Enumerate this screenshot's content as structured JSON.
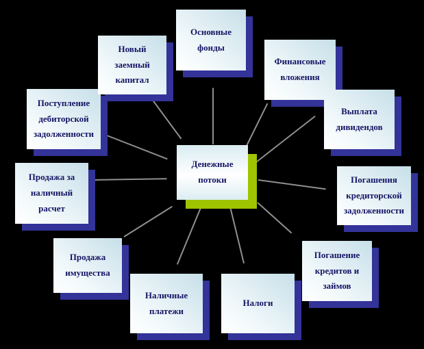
{
  "diagram": {
    "center": {
      "id": "denezhnye-potoki",
      "label": "Денежные\nпотоки"
    },
    "nodes": [
      {
        "id": "osnovnye-fondy",
        "label": "Основные\nфонды"
      },
      {
        "id": "finansovye-vlozheniya",
        "label": "Финансовые\nвложения"
      },
      {
        "id": "vyplata-dividendov",
        "label": "Выплата\nдивидендов"
      },
      {
        "id": "pogasheniya-kreditorskoy-zadolzhennosti",
        "label": "Погашения\nкредиторской\nзадолженности"
      },
      {
        "id": "pogashenie-kreditov-i-zaymov",
        "label": "Погашение\nкредитов и\nзаймов"
      },
      {
        "id": "nalogi",
        "label": "Налоги"
      },
      {
        "id": "nalichnye-platezhi",
        "label": "Наличные\nплатежи"
      },
      {
        "id": "prodazha-imushchestva",
        "label": "Продажа\nимущества"
      },
      {
        "id": "prodazha-za-nalichnyy-raschet",
        "label": "Продажа за\nналичный\nрасчет"
      },
      {
        "id": "postuplenie-debitorskoy-zadolzhennosti",
        "label": "Поступление\nдебиторской\nзадолженности"
      },
      {
        "id": "novyy-zaemnyy-kapital",
        "label": "Новый\nзаемный\nкапитал"
      }
    ],
    "arrows": [
      {
        "from": "novyy-zaemnyy-kapital",
        "to": "denezhnye-potoki",
        "direction": "inflow"
      },
      {
        "from": "postuplenie-debitorskoy-zadolzhennosti",
        "to": "denezhnye-potoki",
        "direction": "inflow"
      },
      {
        "from": "prodazha-za-nalichnyy-raschet",
        "to": "denezhnye-potoki",
        "direction": "inflow"
      },
      {
        "from": "prodazha-imushchestva",
        "to": "denezhnye-potoki",
        "direction": "inflow"
      },
      {
        "from": "denezhnye-potoki",
        "to": "osnovnye-fondy",
        "direction": "outflow"
      },
      {
        "from": "denezhnye-potoki",
        "to": "finansovye-vlozheniya",
        "direction": "outflow"
      },
      {
        "from": "denezhnye-potoki",
        "to": "vyplata-dividendov",
        "direction": "outflow"
      },
      {
        "from": "denezhnye-potoki",
        "to": "pogasheniya-kreditorskoy-zadolzhennosti",
        "direction": "outflow"
      },
      {
        "from": "denezhnye-potoki",
        "to": "pogashenie-kreditov-i-zaymov",
        "direction": "outflow"
      },
      {
        "from": "denezhnye-potoki",
        "to": "nalogi",
        "direction": "outflow"
      },
      {
        "from": "denezhnye-potoki",
        "to": "nalichnye-platezhi",
        "direction": "outflow"
      }
    ],
    "colors": {
      "background": "#000000",
      "box_shadow_blue": "#333399",
      "center_shadow_green": "#9fc400",
      "text": "#141464",
      "arrow_line": "#909090",
      "arrow_head": "#000000"
    }
  }
}
